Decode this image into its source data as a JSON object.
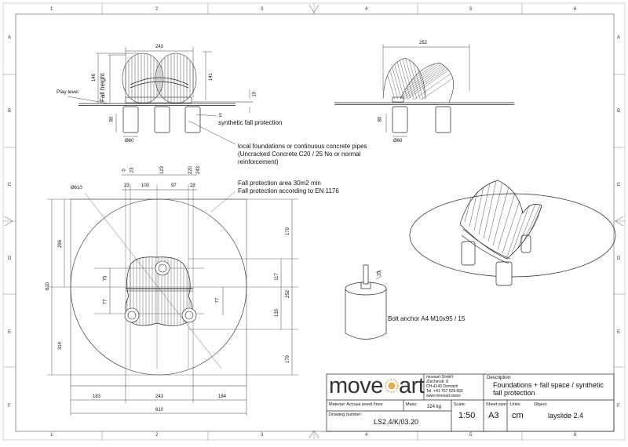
{
  "grid": {
    "columns": [
      "1",
      "2",
      "3",
      "4",
      "5",
      "6"
    ],
    "rows": [
      "A",
      "B",
      "C",
      "D",
      "E",
      "F"
    ]
  },
  "front_view": {
    "width": "243",
    "height_outer": "146",
    "height_inner": "141",
    "fall_height_label": "Fall height",
    "play_level_label": "Play level",
    "ground_dim": "10",
    "offset_dim": "5",
    "foundation_depth": "80",
    "foundation_dia": "Ø60"
  },
  "side_view": {
    "width": "252",
    "foundation_depth": "80",
    "foundation_dia": "Ø60"
  },
  "notes": {
    "synthetic": "synthetic fall protection",
    "foundations_1": "local foundations or continuous concrete pipes",
    "foundations_2": "(Uncracked Concrete C20 / 25 No or normal",
    "foundations_3": "reinforcement)",
    "fall_area_1": "Fall protection area 30m2 min",
    "fall_area_2": "Fall protection according to EN 1176",
    "bolt": "Bolt anchor A4 M10x95 / 15",
    "bolt_dim": "15"
  },
  "plan_view": {
    "circle_dia": "Ø610",
    "top_ticks": [
      "0",
      "23",
      "123",
      "220",
      "243"
    ],
    "top_dims": [
      "23",
      "100",
      "97",
      "23"
    ],
    "left_dims": [
      "296",
      "610",
      "314"
    ],
    "inner_left": [
      "75",
      "77"
    ],
    "right_dims": [
      "179",
      "117",
      "252",
      "135",
      "179"
    ],
    "inner_right": "77",
    "bottom_dims": [
      "183",
      "243",
      "184"
    ],
    "bottom_total": "610"
  },
  "title_block": {
    "brand_left": "move",
    "brand_right": "art",
    "company": [
      "moveart GmbH",
      "Zürcherstr. 8",
      "CH-4143 Dornach",
      "Tel. +41 767 529 566",
      "www.moveart.swiss"
    ],
    "description_label": "Description:",
    "description": "Foundations + fall space / synthetic fall protection",
    "material_label": "Material: Accoya wood /Inox",
    "mass_label": "Mass:",
    "mass": "324 kg",
    "scale_label": "Scale:",
    "scale": "1:50",
    "sheet_size_label": "Sheet size:",
    "sheet_size": "A3",
    "units_label": "Units",
    "units": "cm",
    "object_label": "Object:",
    "object": "layslide 2.4",
    "drawing_number_label": "Drawing number:",
    "drawing_number": "LS2.4/K/03.20"
  }
}
